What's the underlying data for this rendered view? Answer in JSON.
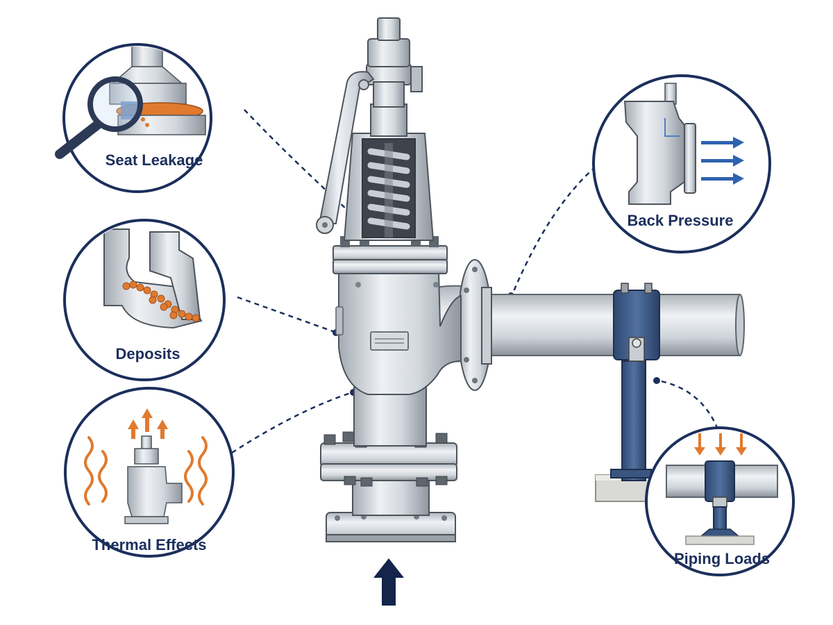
{
  "callouts": {
    "seat_leakage": {
      "label": "Seat Leakage"
    },
    "deposits": {
      "label": "Deposits"
    },
    "thermal_effects": {
      "label": "Thermal Effects"
    },
    "back_pressure": {
      "label": "Back Pressure"
    },
    "piping_loads": {
      "label": "Piping Loads"
    }
  },
  "colors": {
    "navy": "#1c2f5c",
    "steel_light": "#e6e9ed",
    "steel_mid": "#c2c8cf",
    "steel_dark": "#8d949c",
    "outline": "#4d545c",
    "clamp_blue": "#3a5680",
    "deposit_orange": "#e07a2e",
    "arrow_blue": "#2f63b0"
  },
  "icons": {
    "magnifier": "magnifying-glass-icon",
    "flow_arrow": "inlet-flow-arrow-icon"
  }
}
